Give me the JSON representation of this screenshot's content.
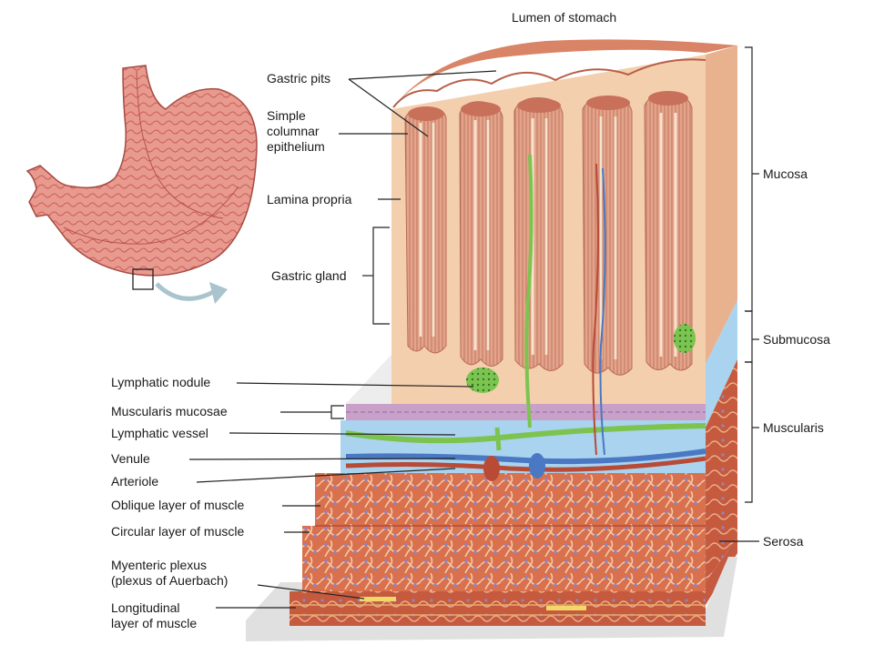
{
  "diagram": {
    "lumen": "Lumen of stomach",
    "left_labels": {
      "gastric_pits": "Gastric pits",
      "simple_columnar": "Simple\ncolumnar\nepithelium",
      "lamina_propria": "Lamina propria",
      "gastric_gland": "Gastric gland",
      "lymphatic_nodule": "Lymphatic nodule",
      "muscularis_mucosae": "Muscularis mucosae",
      "lymphatic_vessel": "Lymphatic vessel",
      "venule": "Venule",
      "arteriole": "Arteriole",
      "oblique": "Oblique layer of muscle",
      "circular": "Circular layer of muscle",
      "myenteric": "Myenteric plexus\n(plexus of Auerbach)",
      "longitudinal": "Longitudinal\nlayer of muscle"
    },
    "right_labels": {
      "mucosa": "Mucosa",
      "submucosa": "Submucosa",
      "muscularis": "Muscularis",
      "serosa": "Serosa"
    },
    "colors": {
      "mucosa": "#e9b28e",
      "pits": "#c9705a",
      "submucosa": "#a9d3ee",
      "muscle": "#d9704e",
      "lymph": "#7cc44f",
      "venule": "#4a78c2",
      "arteriole": "#b94a36",
      "leader": "#222222"
    }
  }
}
